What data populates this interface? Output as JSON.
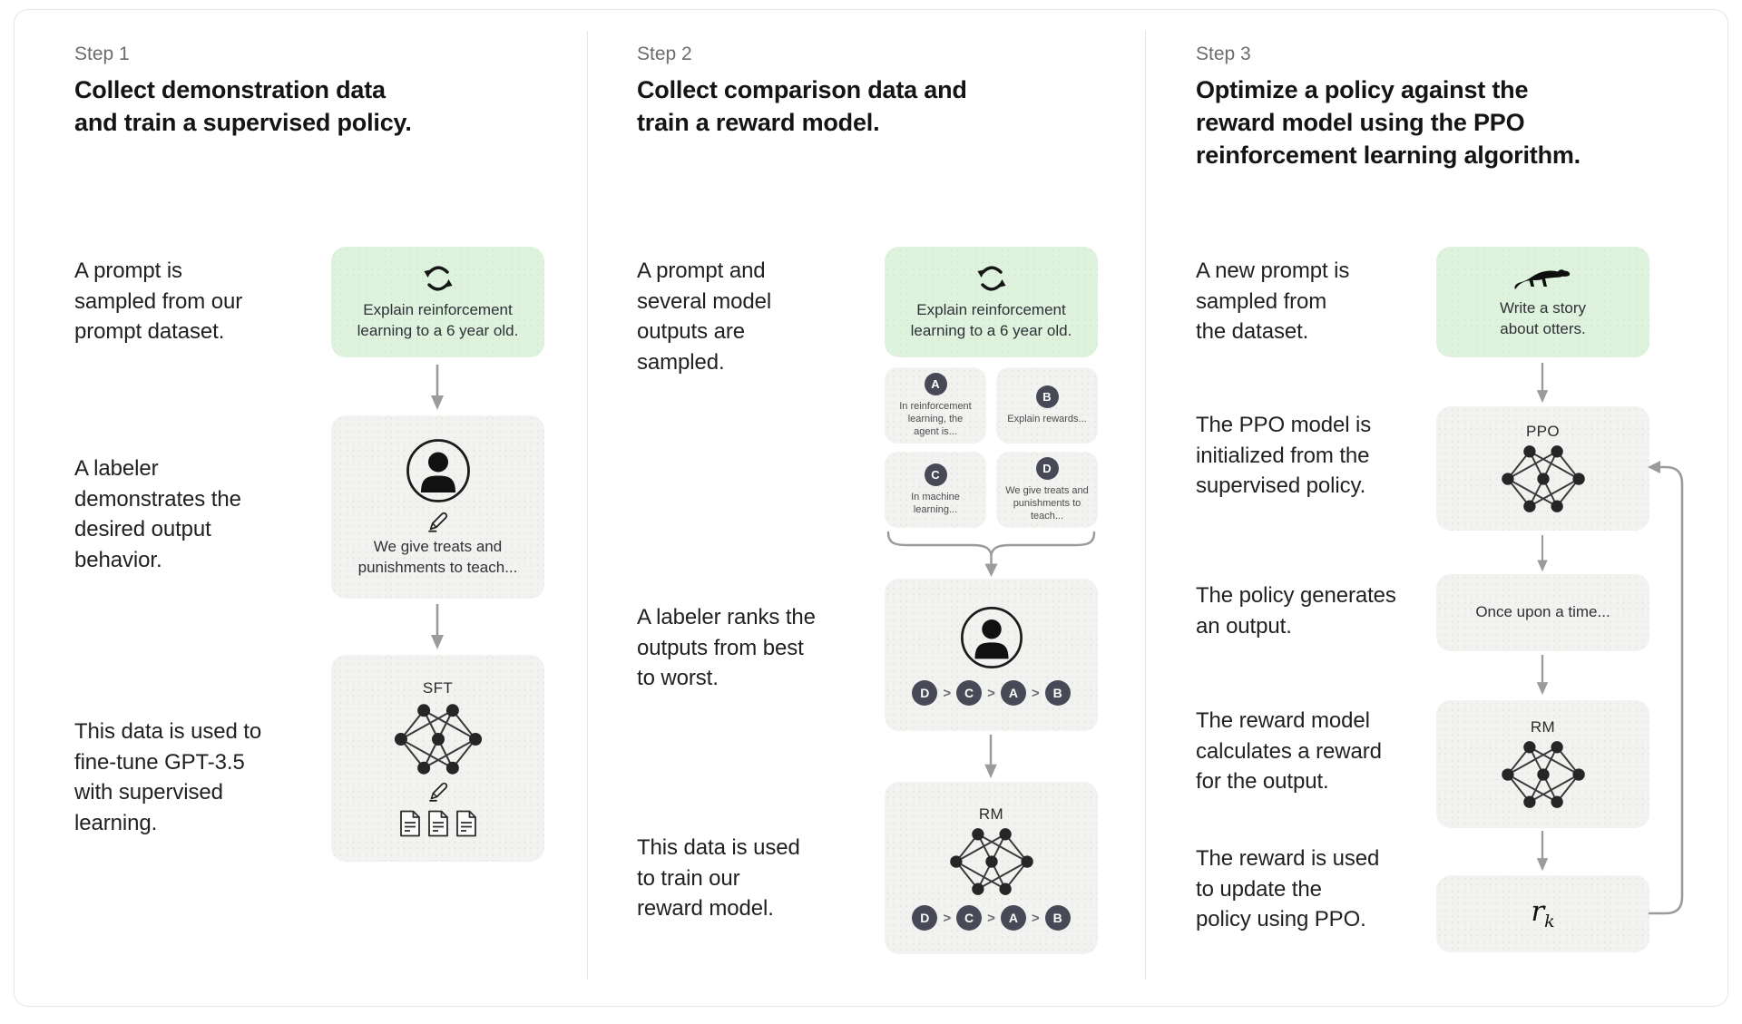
{
  "colors": {
    "green_box": "#def2de",
    "gray_box": "#f2f2f0",
    "arrow": "#9b9b9b",
    "badge": "#474956",
    "step_label": "#6d6d71",
    "card_border": "#e7e7e7"
  },
  "icons": {
    "prompt_sampling": "cycle-icon",
    "labeler": "person-icon",
    "writing": "pencil-icon",
    "model": "network-icon",
    "data": "document-icon",
    "otter": "otter-icon",
    "flow": "arrow-down-icon",
    "merge": "brace-icon",
    "update_loop": "loop-arrow-icon"
  },
  "step1": {
    "label": "Step 1",
    "title": "Collect demonstration data\nand train a supervised policy.",
    "row1_text": "A prompt is\nsampled from our\nprompt dataset.",
    "prompt_box": "Explain reinforcement\nlearning to a 6 year old.",
    "row2_text": "A labeler\ndemonstrates the\ndesired output\nbehavior.",
    "labeler_box": "We give treats and\npunishments to teach...",
    "row3_text": "This data is used to\nfine-tune GPT-3.5\nwith supervised\nlearning.",
    "model_label": "SFT"
  },
  "step2": {
    "label": "Step 2",
    "title": "Collect comparison data and\ntrain a reward model.",
    "row1_text": "A prompt and\nseveral model\noutputs are\nsampled.",
    "prompt_box": "Explain reinforcement\nlearning to a 6 year old.",
    "outputs": [
      {
        "letter": "A",
        "text": "In reinforcement\nlearning, the\nagent is..."
      },
      {
        "letter": "B",
        "text": "Explain rewards..."
      },
      {
        "letter": "C",
        "text": "In machine\nlearning..."
      },
      {
        "letter": "D",
        "text": "We give treats and\npunishments to\nteach..."
      }
    ],
    "row2_text": "A labeler ranks the\noutputs from best\nto worst.",
    "ranking": [
      "D",
      "C",
      "A",
      "B"
    ],
    "rank_sep": ">",
    "row3_text": "This data is used\nto train our\nreward model.",
    "model_label": "RM"
  },
  "step3": {
    "label": "Step 3",
    "title": "Optimize a policy against the\nreward model using the PPO\nreinforcement learning algorithm.",
    "row1_text": "A new prompt is\nsampled from\nthe dataset.",
    "prompt_box": "Write a story\nabout otters.",
    "row2_text": "The PPO model is\ninitialized from the\nsupervised policy.",
    "ppo_label": "PPO",
    "row3_text": "The policy generates\nan output.",
    "output_box": "Once upon a time...",
    "row4_text": "The reward model\ncalculates a reward\nfor the output.",
    "rm_label": "RM",
    "row5_text": "The reward is used\nto update the\npolicy using PPO.",
    "reward_main": "r",
    "reward_sub": "k"
  }
}
